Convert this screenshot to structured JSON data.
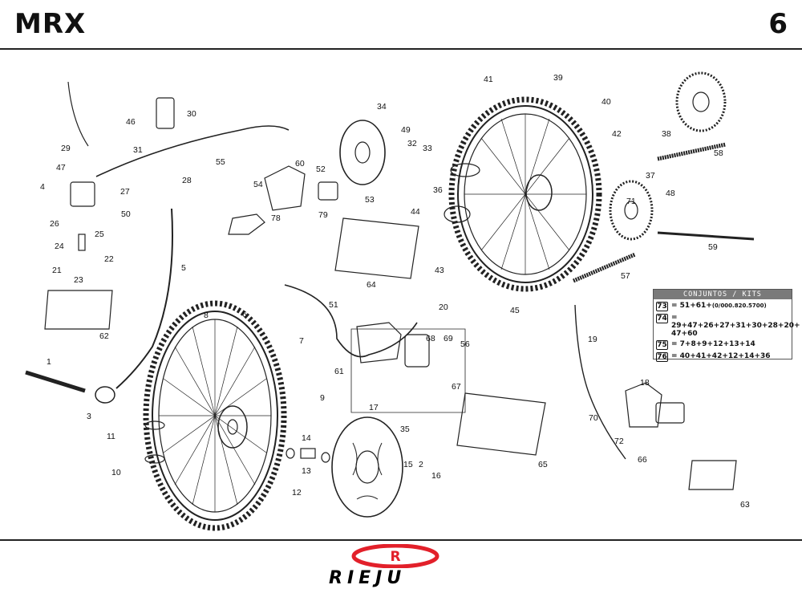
{
  "header": {
    "title": "MRX",
    "page_number": "6"
  },
  "kits": {
    "title": "CONJUNTOS / KITS",
    "rows": [
      {
        "id": "73",
        "formula": "= 51+61+",
        "note": "(0/000.820.5700)"
      },
      {
        "id": "74",
        "formula": "= 29+47+26+27+31+30+28+20+ 47+60",
        "note": ""
      },
      {
        "id": "75",
        "formula": "= 7+8+9+12+13+14",
        "note": ""
      },
      {
        "id": "76",
        "formula": "= 40+41+42+12+14+36",
        "note": ""
      }
    ]
  },
  "callouts": [
    "1",
    "2",
    "3",
    "4",
    "5",
    "6",
    "7",
    "8",
    "9",
    "10",
    "11",
    "12",
    "13",
    "14",
    "15",
    "16",
    "17",
    "18",
    "19",
    "20",
    "21",
    "22",
    "23",
    "24",
    "25",
    "26",
    "27",
    "28",
    "29",
    "30",
    "31",
    "32",
    "33",
    "34",
    "35",
    "36",
    "37",
    "38",
    "39",
    "40",
    "41",
    "42",
    "43",
    "44",
    "45",
    "46",
    "47",
    "48",
    "49",
    "50",
    "51",
    "52",
    "53",
    "54",
    "55",
    "56",
    "57",
    "58",
    "59",
    "60",
    "61",
    "62",
    "63",
    "64",
    "65",
    "66",
    "67",
    "68",
    "69",
    "70",
    "71",
    "72",
    "78",
    "79"
  ],
  "brand": {
    "name": "RIEJU",
    "color": "#e2202a"
  }
}
